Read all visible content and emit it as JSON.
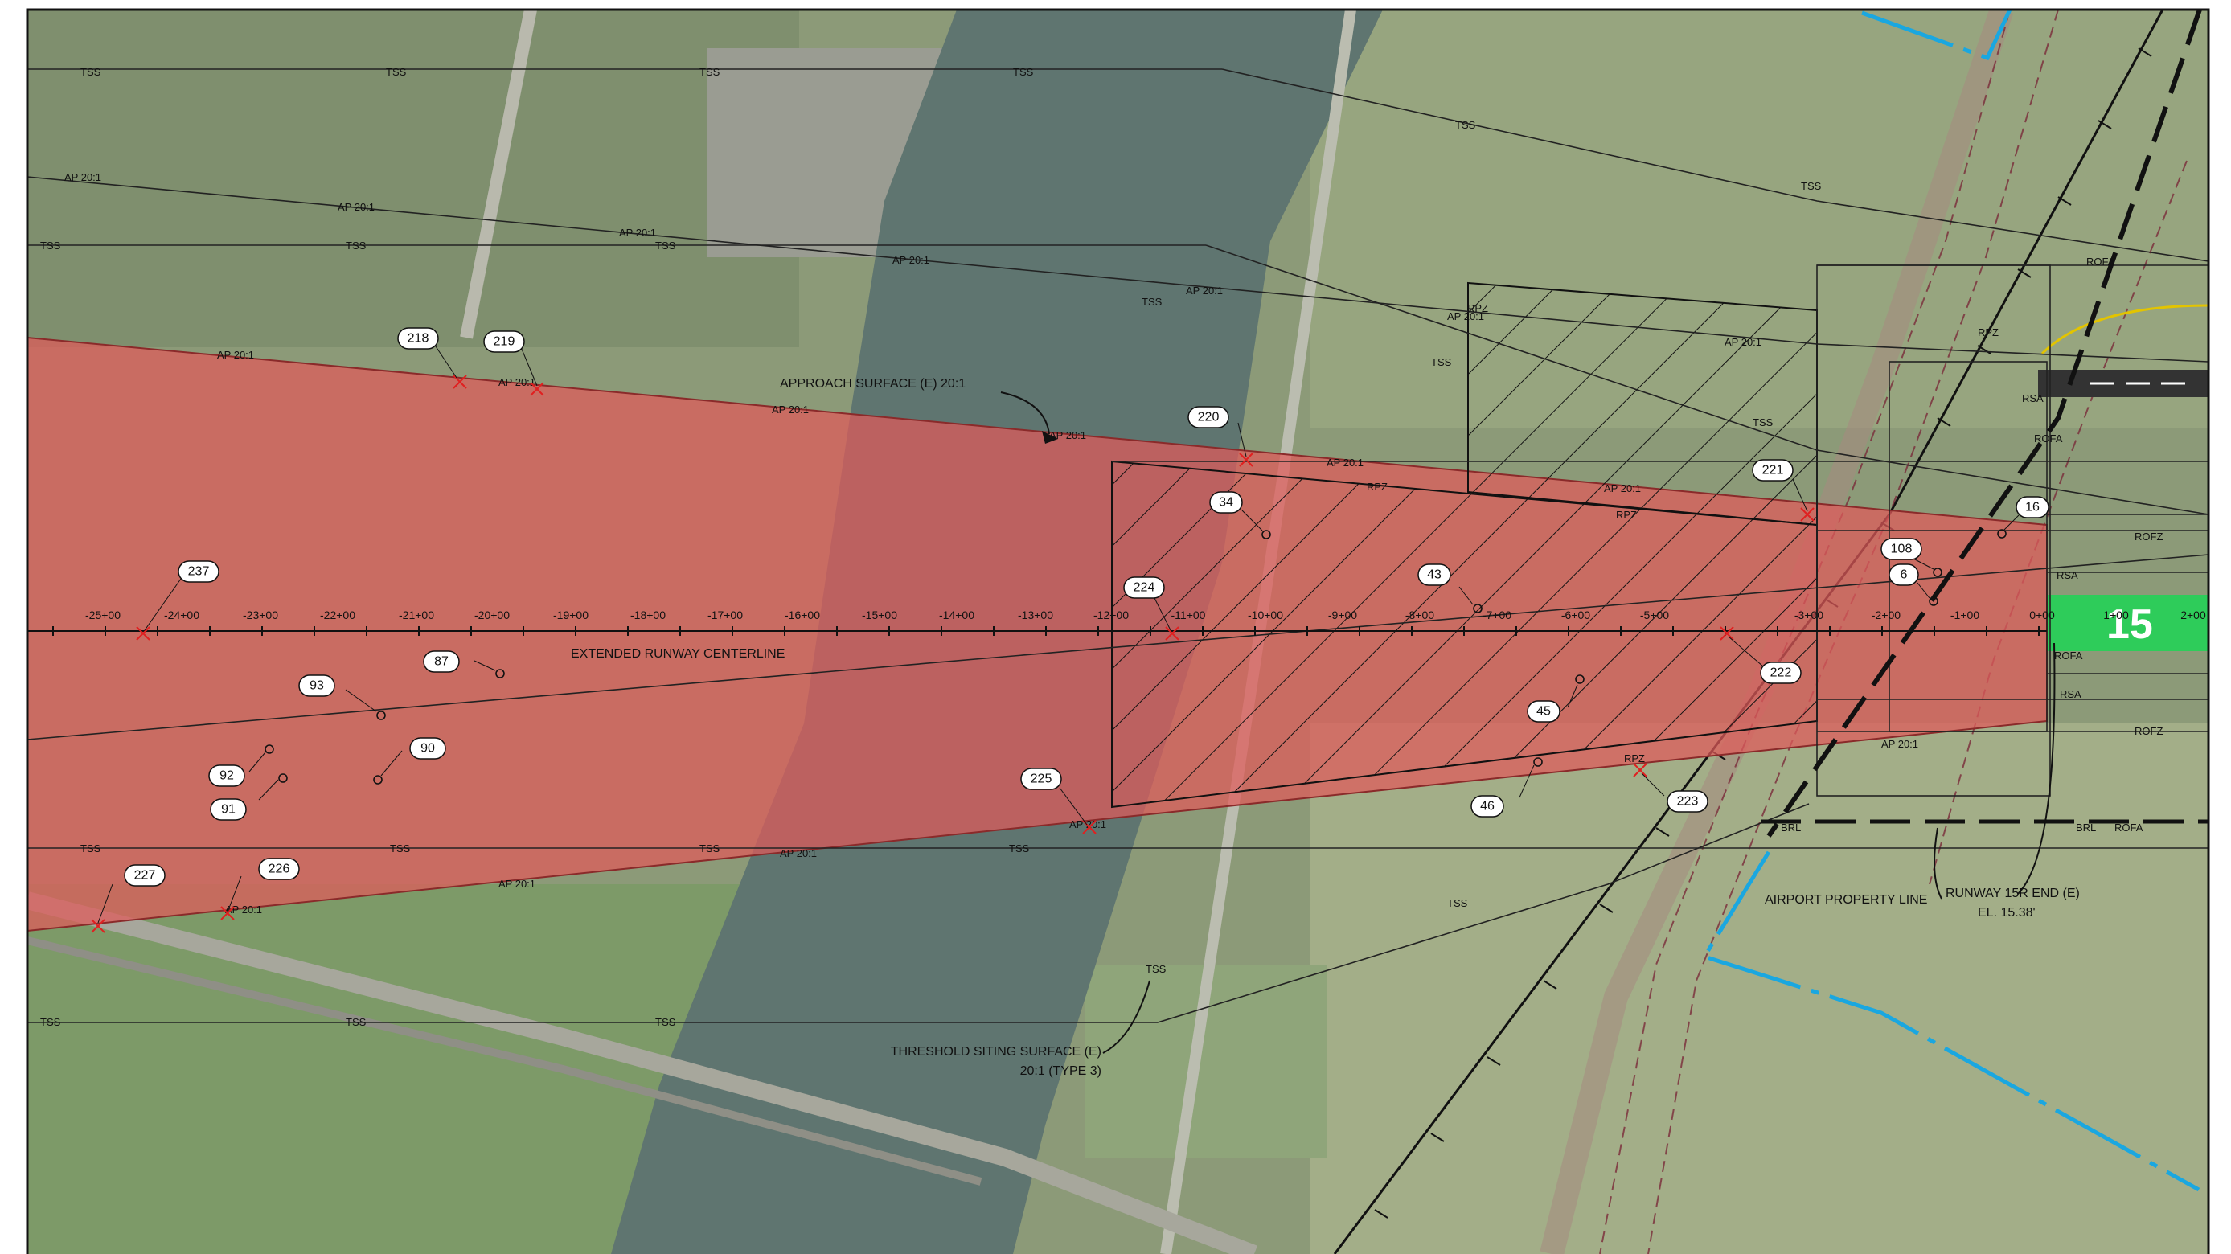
{
  "callouts": {
    "approach_surface": "APPROACH SURFACE (E) 20:1",
    "extended_centerline": "EXTENDED RUNWAY CENTERLINE",
    "threshold_siting_line1": "THRESHOLD SITING SURFACE (E)",
    "threshold_siting_line2": "20:1 (TYPE 3)",
    "airport_property_line": "AIRPORT PROPERTY LINE",
    "runway_end_line1": "RUNWAY 15R END (E)",
    "runway_end_line2": "EL. 15.38'"
  },
  "line_labels": {
    "tss": "TSS",
    "approach": "AP 20:1",
    "rpz": "RPZ",
    "rofa": "ROFA",
    "rofz": "ROFZ",
    "rsa": "RSA",
    "brl": "BRL"
  },
  "stations": [
    "-25+00",
    "-24+00",
    "-23+00",
    "-22+00",
    "-21+00",
    "-20+00",
    "-19+00",
    "-18+00",
    "-17+00",
    "-16+00",
    "-15+00",
    "-14+00",
    "-13+00",
    "-12+00",
    "-11+00",
    "-10+00",
    "-9+00",
    "-8+00",
    "-7+00",
    "-6+00",
    "-5+00",
    "-3+00",
    "-2+00",
    "-1+00",
    "0+00",
    "1+00",
    "2+00"
  ],
  "obstructions": [
    "218",
    "219",
    "220",
    "221",
    "222",
    "223",
    "224",
    "225",
    "226",
    "227",
    "237"
  ],
  "survey_points": [
    "16",
    "108",
    "6",
    "34",
    "43",
    "45",
    "46",
    "87",
    "90",
    "91",
    "92",
    "93"
  ],
  "runway_marking": "15",
  "colors": {
    "approach_zone": "#e05a5a",
    "obstruction_marker": "#e02020",
    "property_line": "#1aa7e0",
    "runway": "#2ecc5a"
  }
}
